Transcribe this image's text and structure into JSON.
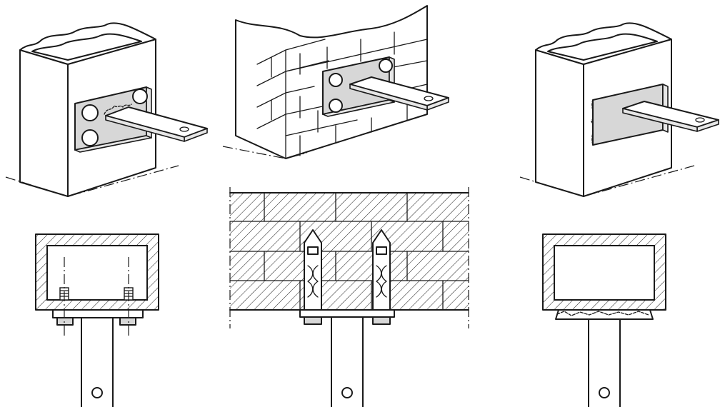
{
  "figure": {
    "panels": [
      {
        "id": "bolted-column-view",
        "label": ""
      },
      {
        "id": "masonry-anchor-view",
        "label": ""
      },
      {
        "id": "welded-column-view",
        "label": ""
      },
      {
        "id": "bolted-column-section",
        "label": ""
      },
      {
        "id": "masonry-anchor-section",
        "label": ""
      },
      {
        "id": "welded-column-section",
        "label": ""
      }
    ],
    "colors": {
      "line": "#1a1a1a",
      "fill": "#d7d7d7",
      "background": "#ffffff"
    }
  }
}
